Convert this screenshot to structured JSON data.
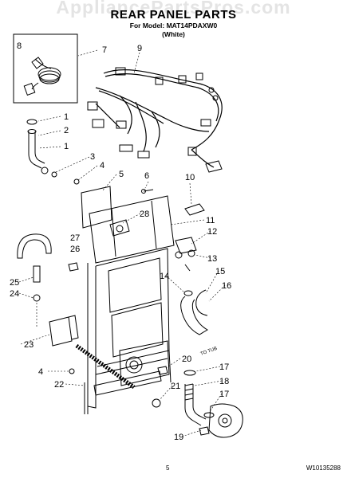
{
  "watermark": "AppliancePartsPros.com",
  "header": {
    "title": "REAR PANEL PARTS",
    "subtitle": "For Model: MAT14PDAXW0",
    "color": "(White)"
  },
  "callouts": [
    "8",
    "7",
    "9",
    "1",
    "2",
    "1",
    "3",
    "4",
    "5",
    "6",
    "10",
    "28",
    "11",
    "27",
    "26",
    "12",
    "13",
    "15",
    "14",
    "16",
    "25",
    "24",
    "23",
    "4",
    "22",
    "20",
    "17",
    "18",
    "17",
    "21",
    "19"
  ],
  "annotation": "TO TUB",
  "footer": {
    "page": "5",
    "doc_number": "W10135288"
  }
}
